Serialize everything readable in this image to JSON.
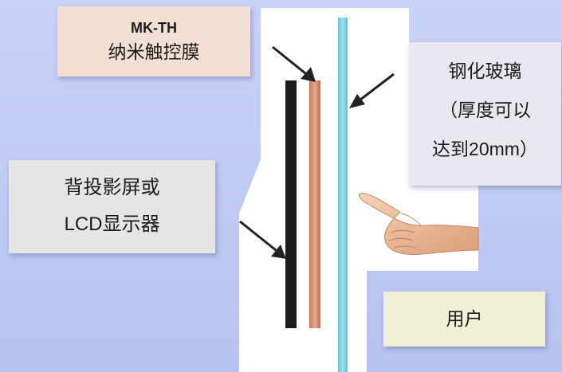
{
  "film_label": {
    "title": "MK-TH",
    "text": "纳米触控膜"
  },
  "glass_label": {
    "line1": "钢化玻璃",
    "line2": "（厚度可以",
    "line3": "达到20mm）"
  },
  "screen_label": {
    "line1": "背投影屏或",
    "line2": "LCD显示器"
  },
  "user_label": {
    "text": "用户"
  },
  "colors": {
    "background": "#c4cef4",
    "panel": "#ffffff",
    "display_layer": "#1c1c1c",
    "film_layer": "#d9896a",
    "glass_layer": "#7fd3df",
    "arrow": "#222222",
    "skin": "#eab996"
  },
  "icons": {
    "hand": "pointing-hand-icon"
  }
}
